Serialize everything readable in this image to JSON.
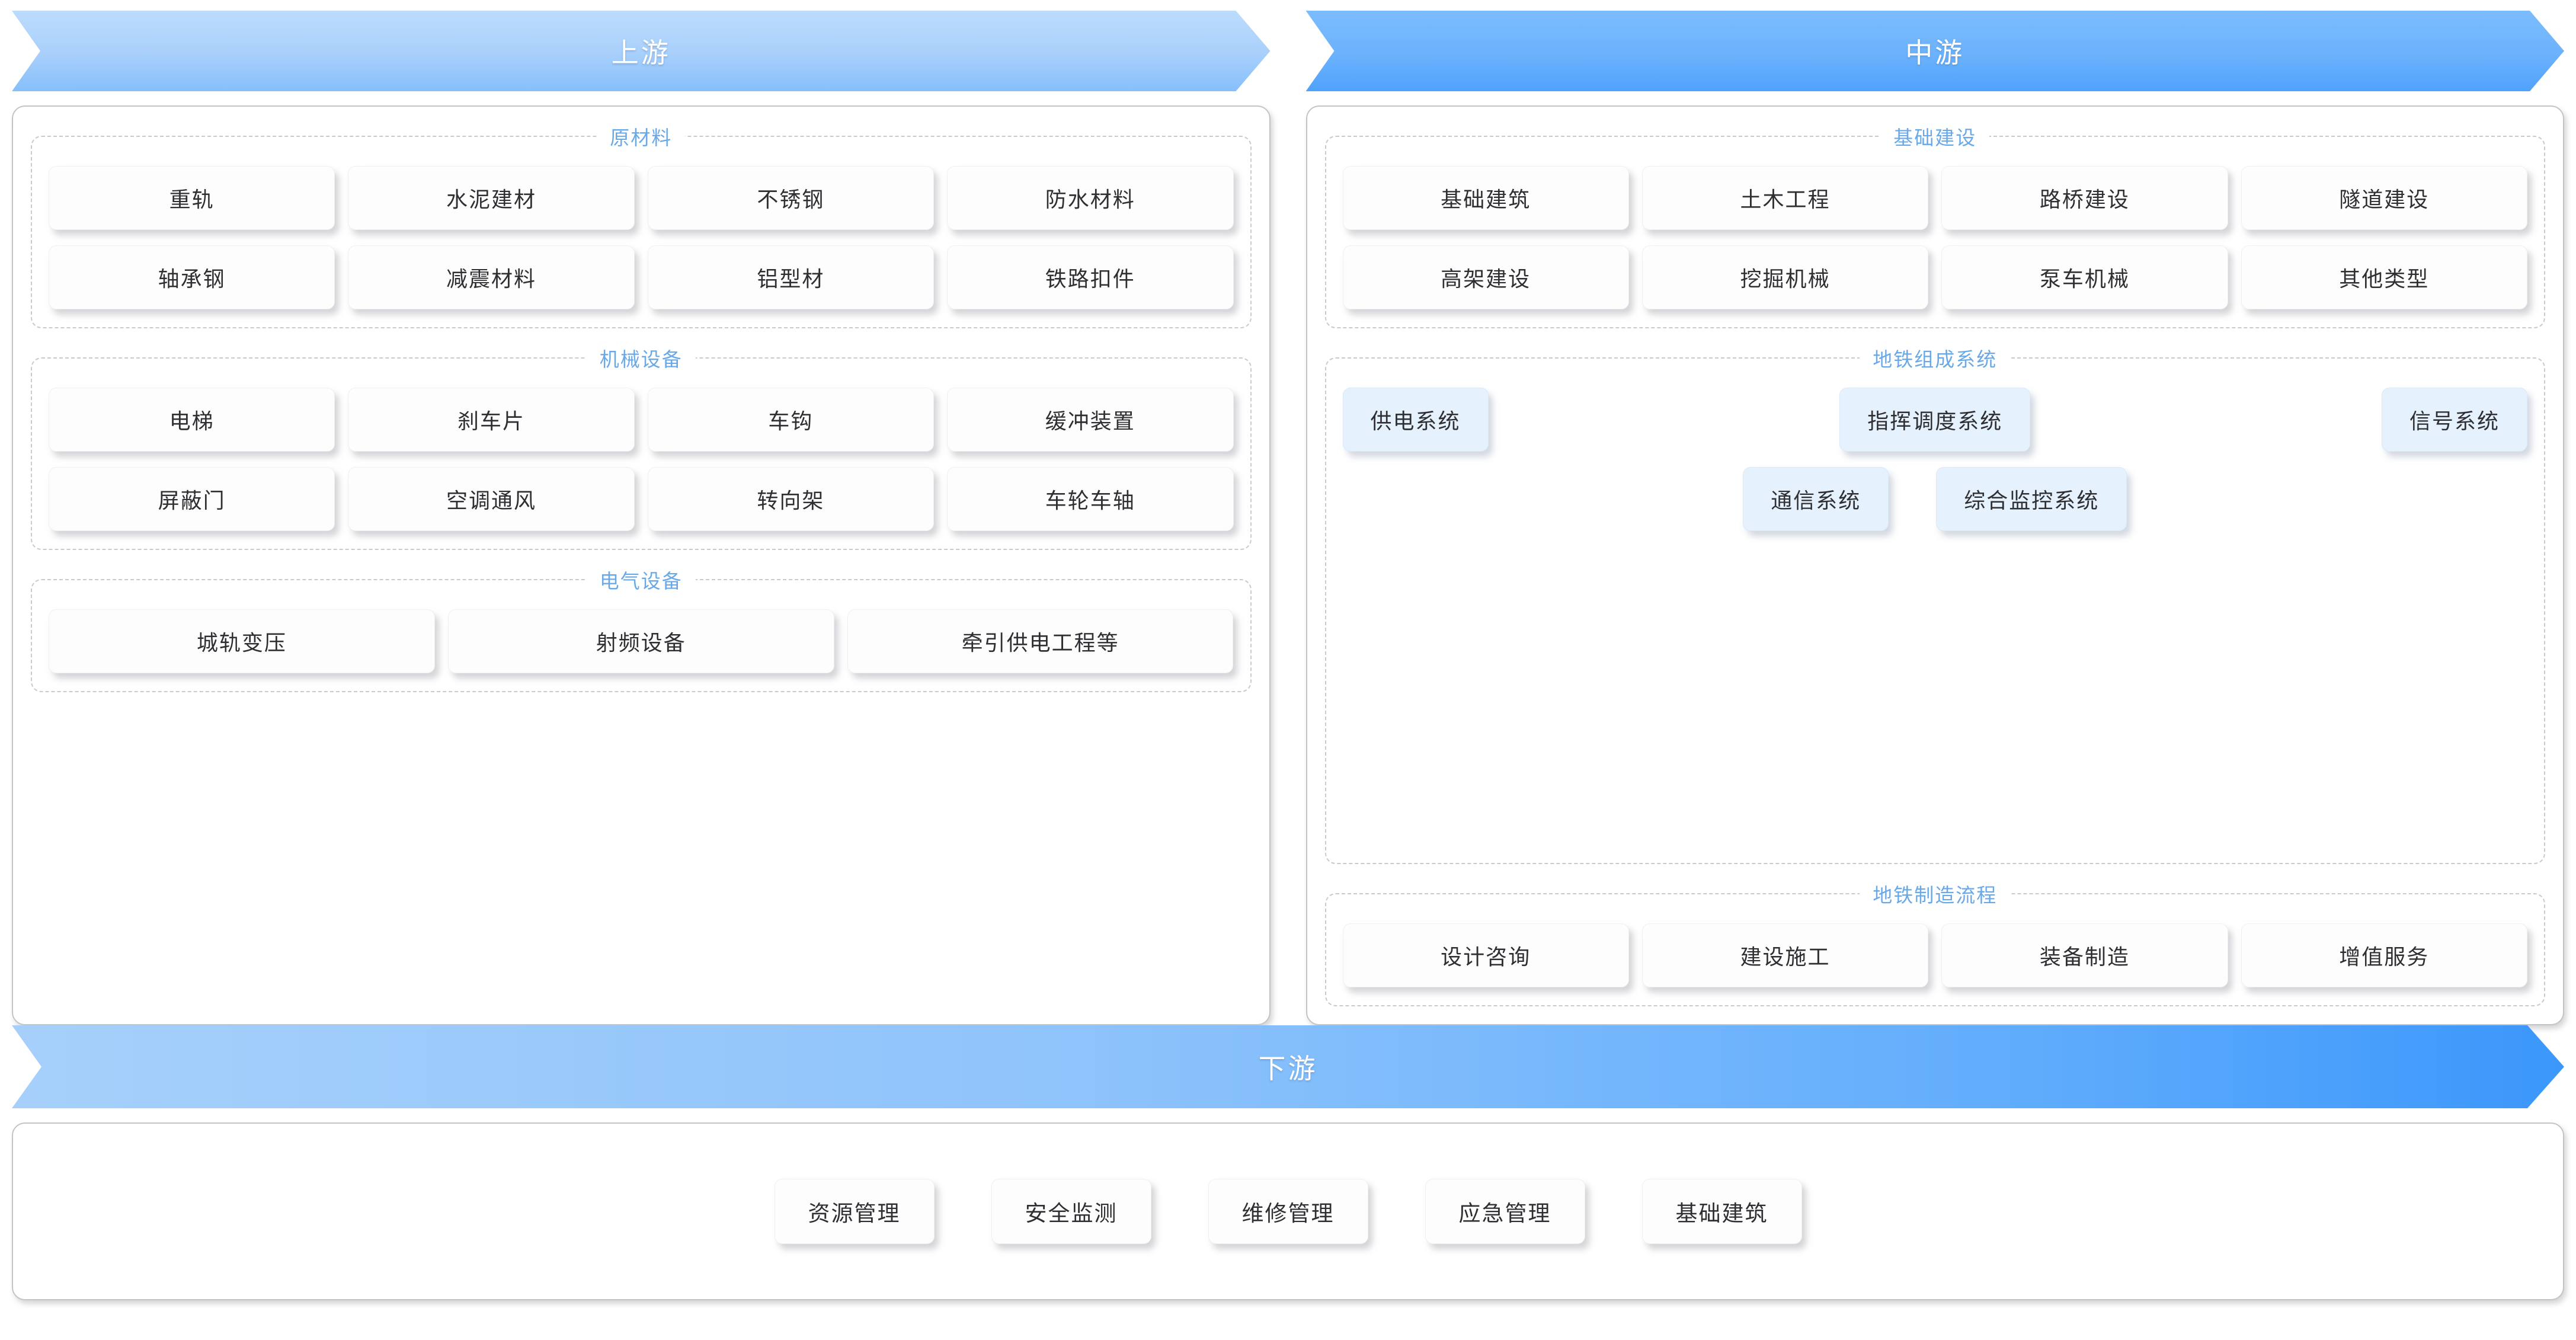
{
  "colors": {
    "upstream_banner": "#a9d0fb",
    "midstream_banner": "#6bb2fc",
    "downstream_banner_start": "#a6d0fb",
    "downstream_banner_end": "#3b97fb",
    "legend_text": "#6aa9e8",
    "chip_text": "#2f2f33",
    "chip_blue_fill": "#e5f1fc",
    "panel_border": "#c3c4c6",
    "group_border": "#c9cacc"
  },
  "upstream": {
    "banner_label": "上游",
    "groups": [
      {
        "legend": "原材料",
        "rows": [
          [
            "重轨",
            "水泥建材",
            "不锈钢",
            "防水材料"
          ],
          [
            "轴承钢",
            "减震材料",
            "铝型材",
            "铁路扣件"
          ]
        ]
      },
      {
        "legend": "机械设备",
        "rows": [
          [
            "电梯",
            "刹车片",
            "车钩",
            "缓冲装置"
          ],
          [
            "屏蔽门",
            "空调通风",
            "转向架",
            "车轮车轴"
          ]
        ]
      },
      {
        "legend": "电气设备",
        "rows": [
          [
            "城轨变压",
            "射频设备",
            "牵引供电工程等"
          ]
        ]
      }
    ]
  },
  "midstream": {
    "banner_label": "中游",
    "groups": [
      {
        "legend": "基础建设",
        "rows": [
          [
            "基础建筑",
            "土木工程",
            "路桥建设",
            "隧道建设"
          ],
          [
            "高架建设",
            "挖掘机械",
            "泵车机械",
            "其他类型"
          ]
        ]
      },
      {
        "legend": "地铁组成系统",
        "rows": [
          [
            "供电系统",
            "指挥调度系统",
            "信号系统"
          ],
          [
            "通信系统",
            "综合监控系统"
          ]
        ]
      },
      {
        "legend": "地铁制造流程",
        "rows": [
          [
            "设计咨询",
            "建设施工",
            "装备制造",
            "增值服务"
          ]
        ]
      }
    ]
  },
  "downstream": {
    "banner_label": "下游",
    "items": [
      "资源管理",
      "安全监测",
      "维修管理",
      "应急管理",
      "基础建筑"
    ]
  }
}
